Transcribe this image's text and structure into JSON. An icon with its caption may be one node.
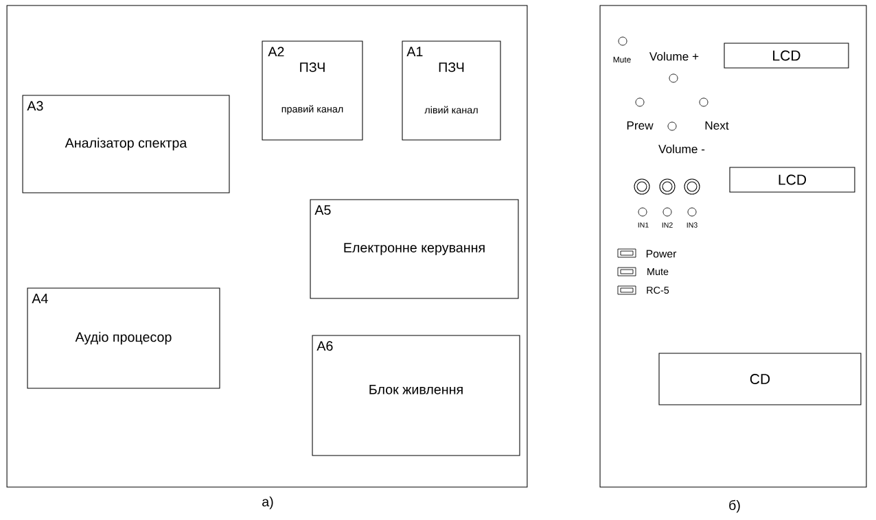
{
  "diagram": {
    "nodes": [
      {
        "text": [],
        "shape": "box",
        "beside": [
          "а)"
        ]
      },
      {
        "text": [
          "А2",
          "ПЗЧ",
          "правий канал"
        ],
        "in": 0
      },
      {
        "text": [
          "А1",
          "ПЗЧ",
          "лівий канал"
        ],
        "in": 0
      },
      {
        "text": [
          "А3",
          "Аналізатор спектра"
        ],
        "in": 0
      },
      {
        "text": [
          "А5",
          "Електронне керування"
        ],
        "in": 0
      },
      {
        "text": [
          "А4",
          "Аудіо процесор"
        ],
        "in": 0
      },
      {
        "text": [
          "А6",
          "Блок живлення"
        ],
        "in": 0
      },
      {
        "text": [],
        "shape": "box",
        "beside": [
          "б)"
        ]
      },
      {
        "text": [
          "LCD"
        ],
        "in": 7
      },
      {
        "text": [
          "LCD"
        ],
        "in": 7
      },
      {
        "text": [
          "CD"
        ],
        "in": 7
      }
    ],
    "edges": [],
    "labels": [
      "Mute",
      "Volume +",
      "Prew",
      "Next",
      "Volume -",
      "IN1",
      "IN2",
      "IN3",
      "Power",
      "Mute",
      "RC-5"
    ]
  }
}
